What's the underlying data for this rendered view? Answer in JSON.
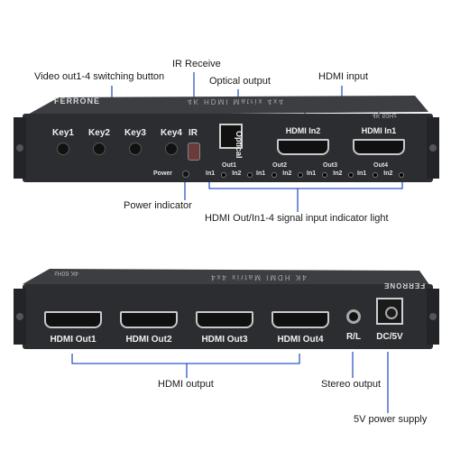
{
  "callouts": {
    "video_switch": "Video out1-4 switching button",
    "ir_receive": "IR Receive",
    "optical_output": "Optical output",
    "hdmi_input": "HDMI input",
    "power_indicator": "Power indicator",
    "signal_indicator": "HDMI Out/In1-4 signal input indicator light",
    "hdmi_output": "HDMI output",
    "stereo_output": "Stereo output",
    "power_supply": "5V power supply"
  },
  "front_panel": {
    "brand": "FERRONE",
    "model": "4K HDMI Matrix 4x4",
    "tag": "4K 60Hz",
    "keys": [
      "Key1",
      "Key2",
      "Key3",
      "Key4"
    ],
    "ir": "IR",
    "optical": "Optical",
    "power": "Power",
    "hdmi_inputs": [
      "HDMI In2",
      "HDMI In1"
    ],
    "out_groups": [
      "Out1",
      "Out2",
      "Out3",
      "Out4"
    ],
    "in_labels": [
      "In1",
      "In2"
    ]
  },
  "rear_panel": {
    "brand": "FERRONE",
    "model": "4K HDMI Matrix 4x4",
    "tag": "4K 60Hz",
    "hdmi_outputs": [
      "HDMI Out1",
      "HDMI Out2",
      "HDMI Out3",
      "HDMI Out4"
    ],
    "audio": "R/L",
    "power_port": "DC/5V"
  },
  "colors": {
    "chassis": "#2b2d30",
    "chassis_top": "#3c3e42",
    "port_metal": "#c9c9c9",
    "guide_line": "#2f56c6"
  }
}
